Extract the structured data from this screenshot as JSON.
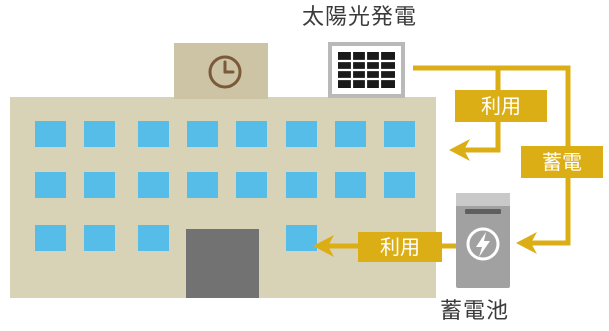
{
  "labels": {
    "solar_power": "太陽光発電",
    "battery": "蓄電池",
    "use_top": "利用",
    "charge": "蓄電",
    "use_bottom": "利用"
  },
  "colors": {
    "building_body": "#d8d2b6",
    "building_tower": "#ccc4a4",
    "window": "#56bde8",
    "door": "#727272",
    "arrow": "#dcae16",
    "solar_cells": "#1a1a1a",
    "solar_frame": "#b9b9b9",
    "battery_body": "#a1a1a1",
    "text": "#3b3b3b"
  },
  "icons": {
    "clock": "clock-icon",
    "solar_panel": "solar-panel-icon",
    "battery_bolt": "lightning-bolt-icon"
  }
}
